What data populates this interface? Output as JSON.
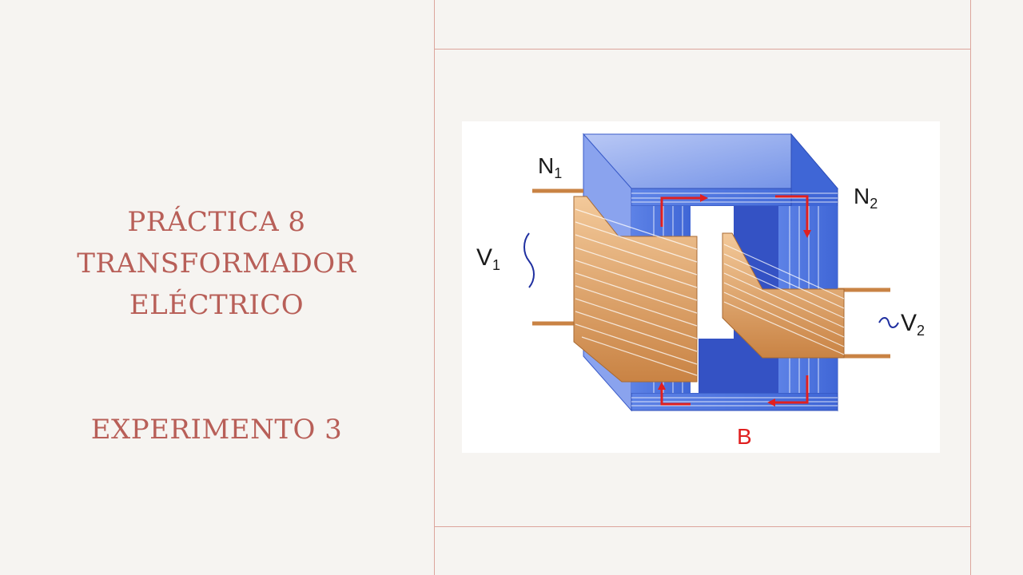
{
  "slide": {
    "title_lines": [
      "PRÁCTICA 8",
      "TRANSFORMADOR",
      "ELÉCTRICO"
    ],
    "subtitle": "EXPERIMENTO 3"
  },
  "figure": {
    "labels": {
      "n1": "N",
      "n1_sub": "1",
      "n2": "N",
      "n2_sub": "2",
      "v1": "V",
      "v1_sub": "1",
      "v2": "V",
      "v2_sub": "2",
      "b": "B"
    },
    "colors": {
      "core": "#4f78e0",
      "core_light": "#9db2f0",
      "coil": "#d79a5c",
      "flux_arrows": "#e02020",
      "source_symbol": "#1f2fa0"
    }
  }
}
